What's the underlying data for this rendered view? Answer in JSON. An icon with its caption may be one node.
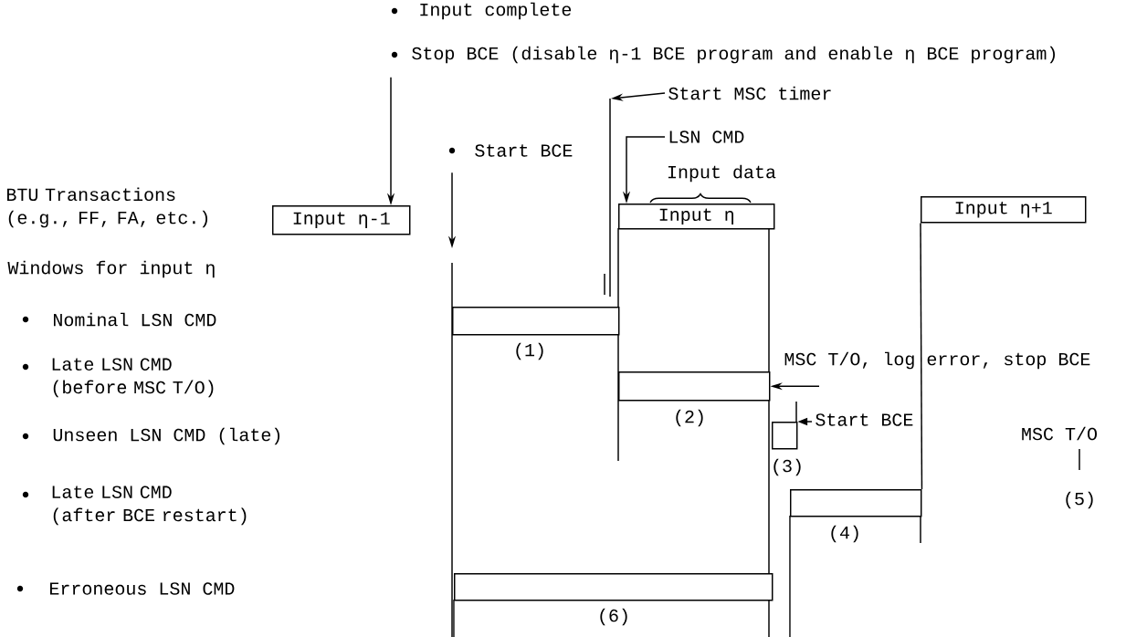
{
  "diagram": {
    "nodes": [
      {
        "text": [
          "Stop BCE (disable η-1 BCE program and enable η BCE program)"
        ]
      },
      {
        "text": [
          "Start MSC timer"
        ]
      },
      {
        "text": [
          "Start BCE"
        ]
      },
      {
        "text": [
          "LSN CMD"
        ]
      },
      {
        "text": [
          "Input η-1"
        ]
      },
      {
        "text": [
          "Input η"
        ]
      },
      {
        "text": [
          "Input η+1"
        ]
      },
      {
        "text": [
          "MSC T/O, log error, stop BCE"
        ]
      },
      {
        "text": [],
        "shape": "box",
        "beside": [
          "(1)"
        ]
      },
      {
        "text": [],
        "shape": "box",
        "beside": [
          "(2)"
        ]
      },
      {
        "text": [
          "Start BCE"
        ]
      },
      {
        "text": [],
        "shape": "box",
        "beside": [
          "(3)"
        ]
      },
      {
        "text": [],
        "shape": "box",
        "beside": [
          "(4)"
        ]
      },
      {
        "text": [],
        "shape": "box",
        "beside": [
          "(6)"
        ]
      }
    ],
    "edges": [
      {
        "from": 0,
        "to": 4,
        "arrow": "to"
      },
      {
        "from": 1,
        "to": null,
        "arrow": "to"
      },
      {
        "from": 2,
        "to": null,
        "arrow": "to"
      },
      {
        "from": 3,
        "to": 5,
        "arrow": "to"
      },
      {
        "from": 7,
        "to": 9,
        "arrow": "to"
      },
      {
        "from": 10,
        "to": 11,
        "arrow": "to"
      },
      {
        "from": 6,
        "to": 12,
        "arrow": "none"
      }
    ],
    "labels": [
      "Input complete",
      "BTU Transactions (e.g., FF, FA, etc.)",
      "Windows for input η",
      "Nominal LSN CMD",
      "Late LSN CMD (before MSC T/O)",
      "Unseen LSN CMD (late)",
      "Late LSN CMD (after BCE restart)",
      "Erroneous LSN CMD",
      "Input data",
      "MSC T/O",
      "(5)"
    ]
  }
}
